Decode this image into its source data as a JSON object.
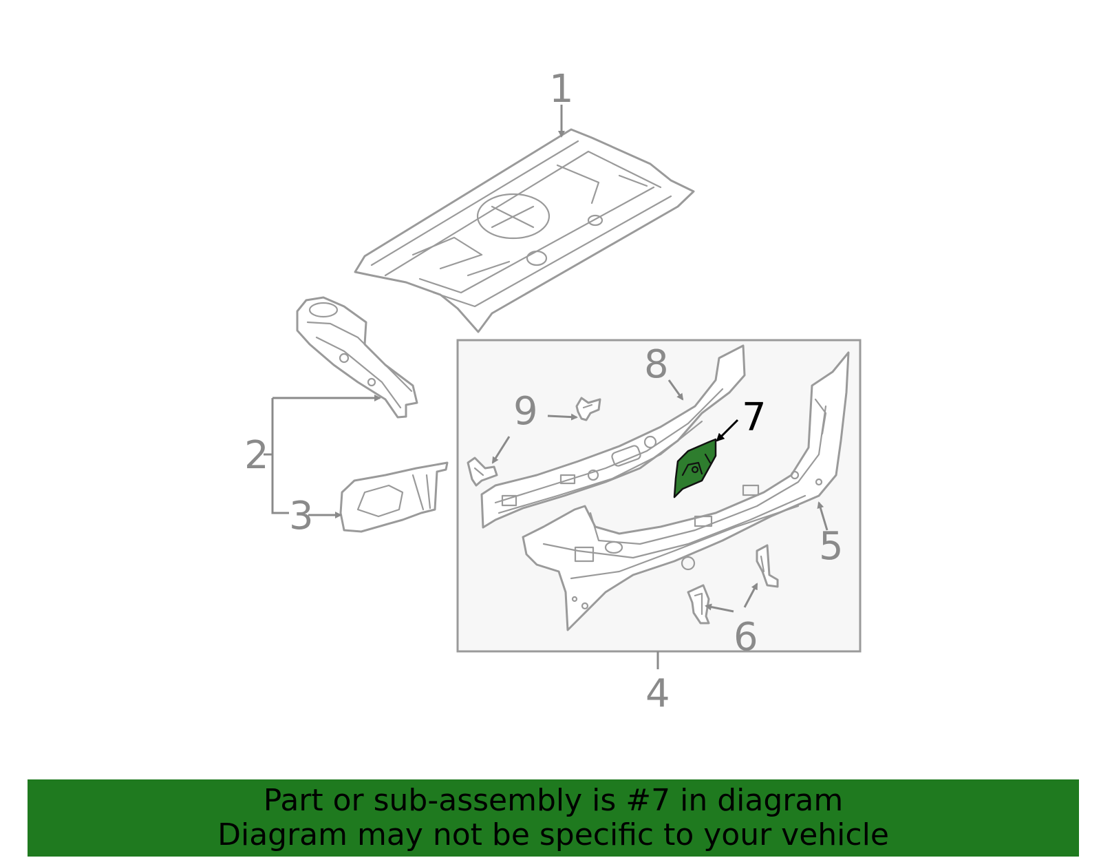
{
  "callouts": {
    "c1": "1",
    "c2": "2",
    "c3": "3",
    "c4": "4",
    "c5": "5",
    "c6": "6",
    "c7": "7",
    "c8": "8",
    "c9": "9"
  },
  "highlight": {
    "part_number": "7",
    "color": "#2e7d2e"
  },
  "banner": {
    "line1": "Part or sub-assembly is #7 in diagram",
    "line2": "Diagram may not be specific to your vehicle",
    "color": "#1f7a1f"
  }
}
